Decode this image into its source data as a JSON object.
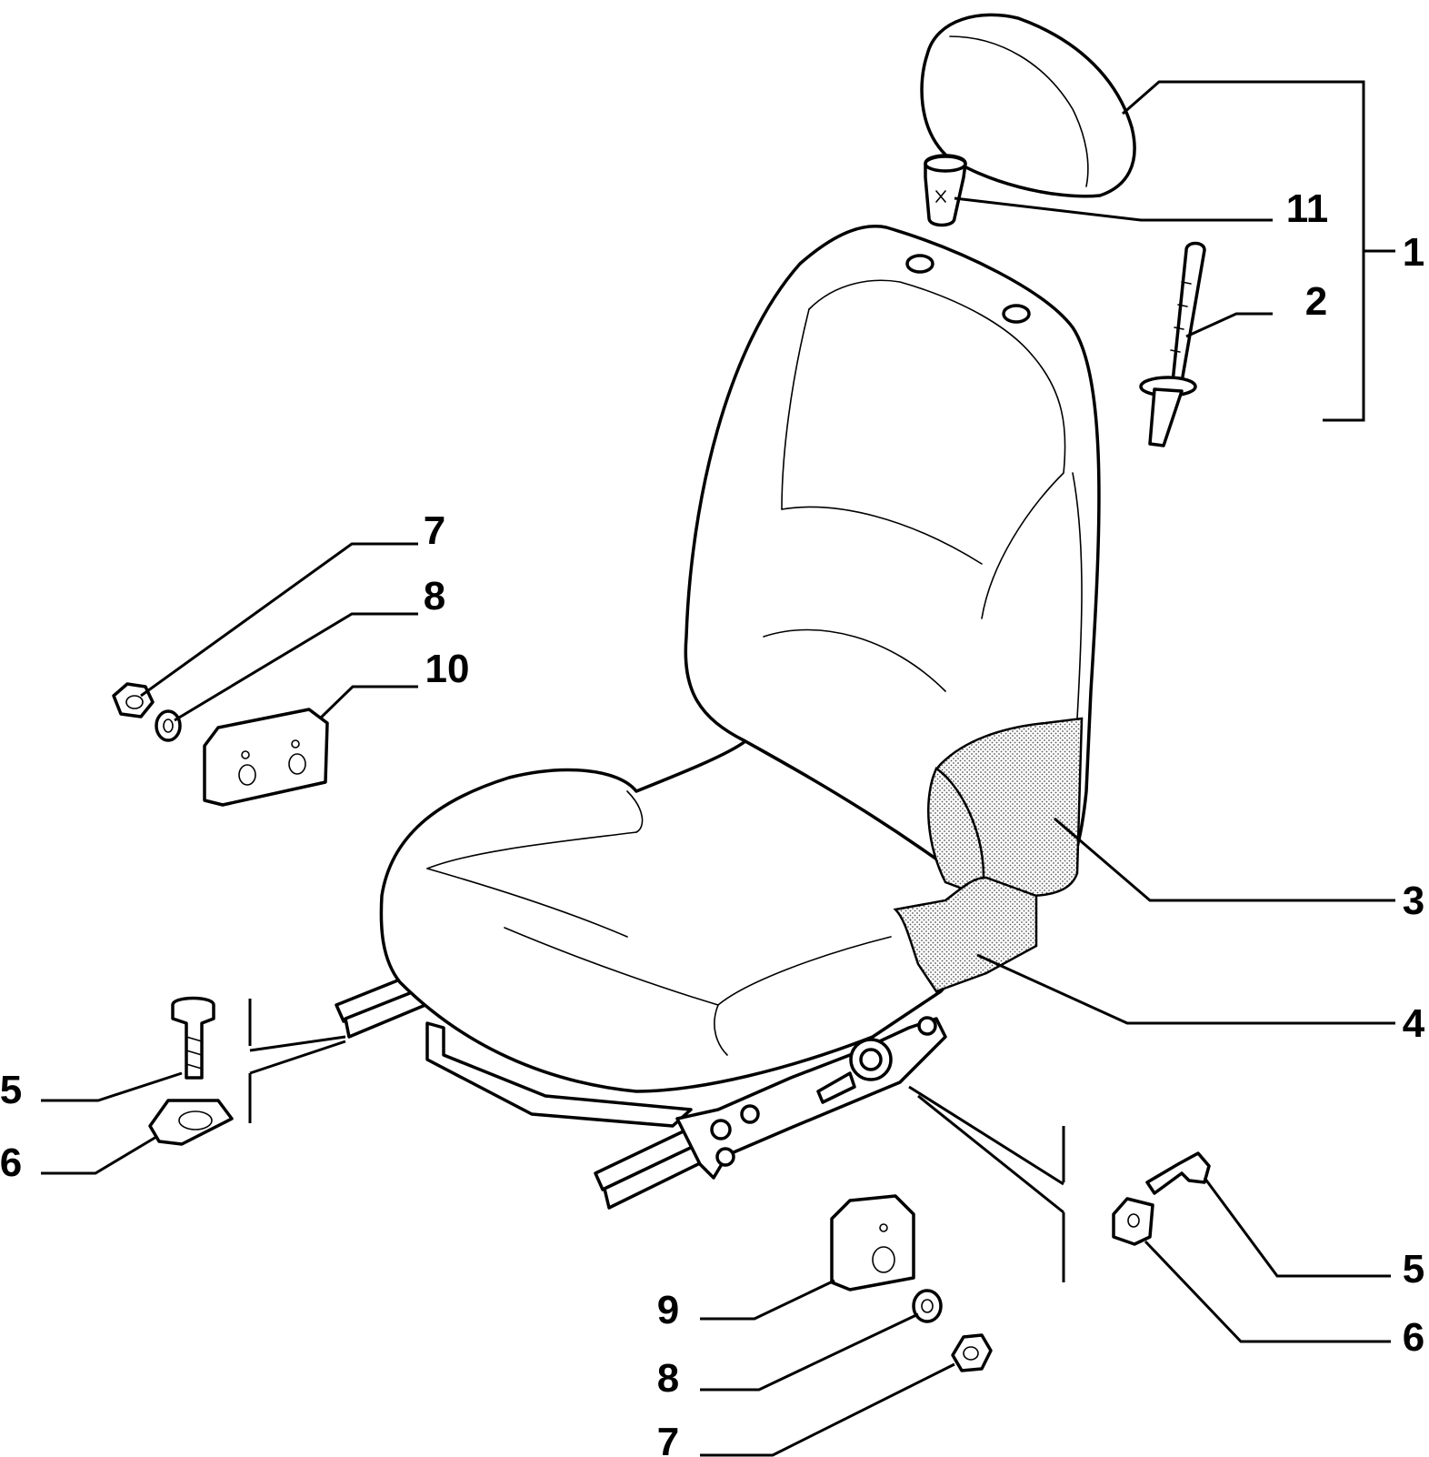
{
  "callouts": [
    {
      "id": "headrest",
      "label": "1"
    },
    {
      "id": "headrest-guide-rod",
      "label": "2"
    },
    {
      "id": "backrest-side-cover",
      "label": "3"
    },
    {
      "id": "cushion-side-cover",
      "label": "4"
    },
    {
      "id": "bolt-left",
      "label": "5"
    },
    {
      "id": "plate-left",
      "label": "6"
    },
    {
      "id": "nut-top",
      "label": "7"
    },
    {
      "id": "washer-top",
      "label": "8"
    },
    {
      "id": "bracket-double",
      "label": "10"
    },
    {
      "id": "guide-bushing",
      "label": "11"
    },
    {
      "id": "bolt-right",
      "label": "5"
    },
    {
      "id": "square-nut-right",
      "label": "6"
    },
    {
      "id": "bracket-single",
      "label": "9"
    },
    {
      "id": "washer-bottom",
      "label": "8"
    },
    {
      "id": "nut-bottom",
      "label": "7"
    }
  ]
}
